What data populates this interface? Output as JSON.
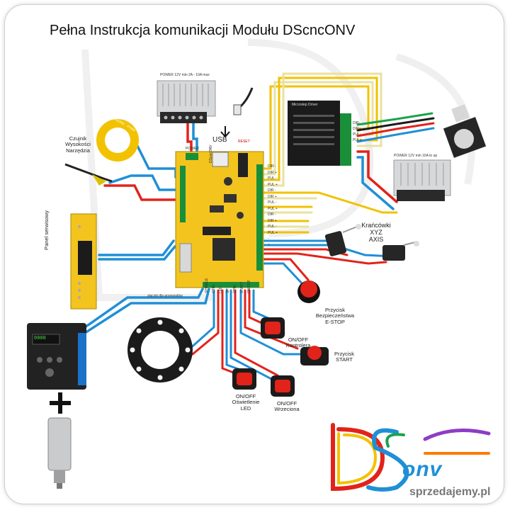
{
  "title": "Pełna Instrukcja komunikacji Modułu DScncONV",
  "labels": {
    "psu_top": "POWER 12V min 2A - 10A max",
    "psu_right": "POWER 12V min 10A to up",
    "usb": "USB",
    "reset": "RESET",
    "power": "POWER",
    "sensor": "Czujnik\nWysokości\nNarzędzia",
    "sensor_disc": "DScncONV · Probe",
    "panel": "Panel serwisowy",
    "limits": "Krańcówki\nXYZ\nAXIS",
    "estop": "Przycisk\nBezpieczeństwa\nE-STOP",
    "onoff_ctrl": "ON/OFF\nKontrolera",
    "start": "Przycisk\nSTART",
    "onoff_led": "ON/OFF\nOświetlenie\nLED",
    "onoff_spindle": "ON/OFF\nWrzeciona",
    "driver": "Microstep Driver",
    "plus": "+",
    "board": "DScncONV",
    "inverter": "0000",
    "watermark": "sprzedajemy.pl",
    "logo_main": "DS",
    "logo_sub": "onv",
    "spindle_note": "złączki dla przewodów"
  },
  "driver_pins": [
    "DIR-",
    "DIR+",
    "PUL-",
    "PUL+"
  ],
  "board_pins": [
    "DIR -",
    "DIR +",
    "PUL -",
    "PUL +",
    "DIR -",
    "DIR +",
    "PUL -",
    "PUL +",
    "DIR -",
    "DIR +",
    "PUL -",
    "PUL +",
    "-",
    "+"
  ],
  "bottom_pins": [
    "SPINDLE",
    "CTRL",
    "LED",
    "SP",
    "SPIN",
    "START",
    "ON/OFF"
  ],
  "colors": {
    "red": "#e2231a",
    "blue": "#1f8fd6",
    "yellow": "#f2c200",
    "green": "#1aa34a",
    "pcb": "#f3c41e",
    "driver": "#1b1b1b"
  }
}
